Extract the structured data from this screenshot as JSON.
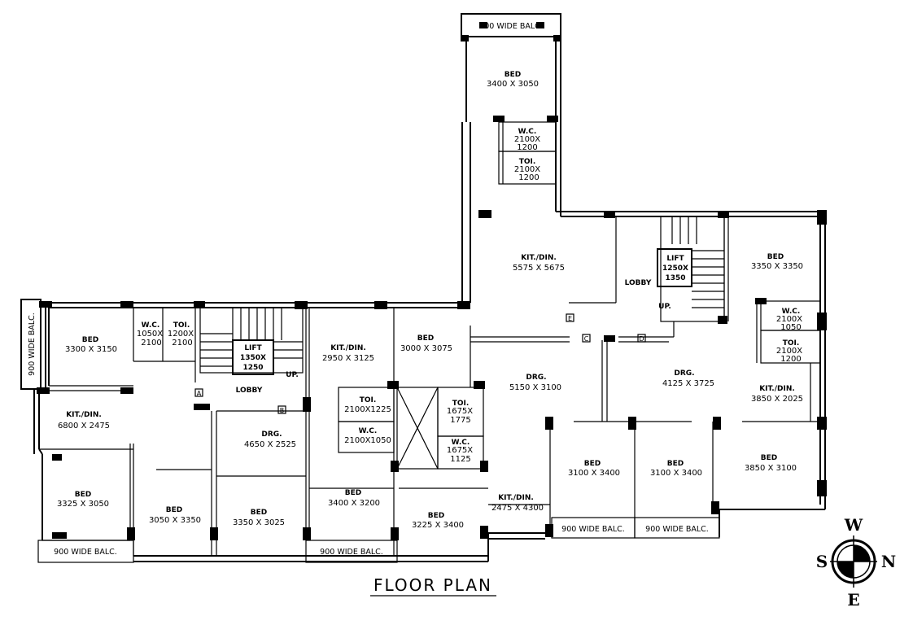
{
  "title": "FLOOR PLAN",
  "compass": {
    "w": "W",
    "s": "S",
    "n": "N",
    "e": "E"
  },
  "rooms": [
    {
      "id": "r1",
      "name": "BED",
      "dim": "3400 X 3050"
    },
    {
      "id": "r2",
      "name": "W.C.",
      "dim": "2100X",
      "dim2": "1200"
    },
    {
      "id": "r3",
      "name": "TOI.",
      "dim": "2100X",
      "dim2": "1200"
    },
    {
      "id": "r4",
      "name": "KIT./DIN.",
      "dim": "5575 X 5675"
    },
    {
      "id": "r5",
      "name": "BED",
      "dim": "3350 X 3350"
    },
    {
      "id": "r6",
      "name": "W.C.",
      "dim": "2100X",
      "dim2": "1050"
    },
    {
      "id": "r7",
      "name": "TOI.",
      "dim": "2100X",
      "dim2": "1200"
    },
    {
      "id": "r8",
      "name": "KIT./DIN.",
      "dim": "3850 X 2025"
    },
    {
      "id": "r9",
      "name": "DRG.",
      "dim": "4125 X 3725"
    },
    {
      "id": "r10",
      "name": "BED",
      "dim": "3850 X 3100"
    },
    {
      "id": "r11",
      "name": "BED",
      "dim": "3100 X 3400"
    },
    {
      "id": "r12",
      "name": "BED",
      "dim": "3100 X 3400"
    },
    {
      "id": "r13",
      "name": "DRG.",
      "dim": "5150 X 3100"
    },
    {
      "id": "r14",
      "name": "KIT./DIN.",
      "dim": "2475 X 4300"
    },
    {
      "id": "r15",
      "name": "BED",
      "dim": "3225 X 3400"
    },
    {
      "id": "r16",
      "name": "BED",
      "dim": "3000 X 3075"
    },
    {
      "id": "r17",
      "name": "TOI.",
      "dim": "1675X",
      "dim2": "1775"
    },
    {
      "id": "r18",
      "name": "W.C.",
      "dim": "1675X",
      "dim2": "1125"
    },
    {
      "id": "r19",
      "name": "TOI.",
      "dim": "2100X1225"
    },
    {
      "id": "r20",
      "name": "W.C.",
      "dim": "2100X1050"
    },
    {
      "id": "r21",
      "name": "KIT./DIN.",
      "dim": "2950 X 3125"
    },
    {
      "id": "r22",
      "name": "BED",
      "dim": "3400 X 3200"
    },
    {
      "id": "r23",
      "name": "DRG.",
      "dim": "4650 X 2525"
    },
    {
      "id": "r24",
      "name": "BED",
      "dim": "3350 X 3025"
    },
    {
      "id": "r25",
      "name": "BED",
      "dim": "3050 X 3350"
    },
    {
      "id": "r26",
      "name": "BED",
      "dim": "3325 X 3050"
    },
    {
      "id": "r27",
      "name": "KIT./DIN.",
      "dim": "6800 X 2475"
    },
    {
      "id": "r28",
      "name": "BED",
      "dim": "3300 X 3150"
    },
    {
      "id": "r29",
      "name": "W.C.",
      "dim": "1050X",
      "dim2": "2100"
    },
    {
      "id": "r30",
      "name": "TOI.",
      "dim": "1200X",
      "dim2": "2100"
    }
  ],
  "lifts": [
    {
      "id": "l1",
      "name": "LIFT",
      "dim": "1350X",
      "dim2": "1250"
    },
    {
      "id": "l2",
      "name": "LIFT",
      "dim": "1250X",
      "dim2": "1350"
    }
  ],
  "lobbies": [
    "LOBBY",
    "LOBBY"
  ],
  "up_labels": [
    "UP.",
    "UP."
  ],
  "balconies": [
    "900 WIDE BALC.",
    "900 WIDE BALC.",
    "900 WIDE BALC.",
    "900 WIDE BALC.",
    "900 WIDE BALC.",
    "900 WIDE BALC."
  ],
  "markers": [
    "A",
    "B",
    "C",
    "D",
    "E"
  ]
}
